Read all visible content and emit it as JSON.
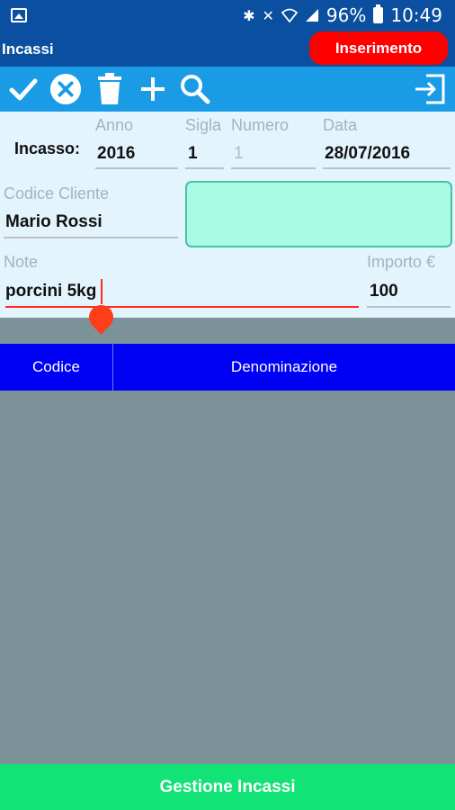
{
  "status_bar": {
    "battery": "96%",
    "time": "10:49",
    "icons": [
      "gallery-icon",
      "bluetooth-icon",
      "mute-icon",
      "wifi-icon",
      "signal-icon",
      "battery-icon"
    ]
  },
  "app": {
    "title": "Incassi",
    "mode": "Inserimento"
  },
  "toolbar": {
    "buttons": [
      "confirm-icon",
      "cancel-icon",
      "delete-icon",
      "add-icon",
      "search-icon",
      "exit-icon"
    ]
  },
  "form": {
    "incasso_label": "Incasso:",
    "anno_label": "Anno",
    "anno_value": "2016",
    "sigla_label": "Sigla",
    "sigla_value": "1",
    "numero_label": "Numero",
    "numero_value": "1",
    "data_label": "Data",
    "data_value": "28/07/2016",
    "codice_cliente_label": "Codice Cliente",
    "cliente_value": "Mario Rossi",
    "note_label": "Note",
    "note_value": "porcini 5kg",
    "importo_label": "Importo €",
    "importo_value": "100"
  },
  "table": {
    "columns": [
      "Codice",
      "Denominazione"
    ]
  },
  "footer": {
    "button_label": "Gestione Incassi"
  },
  "colors": {
    "header_bg": "#0a4fa0",
    "toolbar_bg": "#1a9be6",
    "mode_badge": "#ff0000",
    "table_header": "#0000f5",
    "footer_button": "#12e377"
  }
}
